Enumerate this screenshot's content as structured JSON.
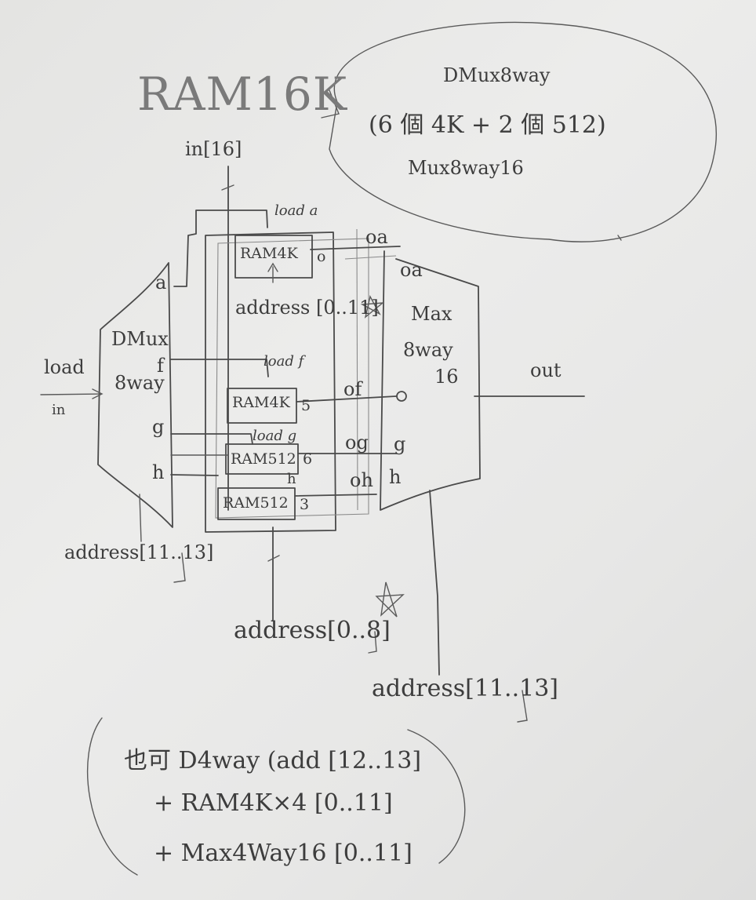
{
  "title": "RAM16K",
  "bubble": {
    "line1": "DMux8way",
    "line2": "(6 個 4K + 2 個 512)",
    "line3": "Mux8way16"
  },
  "input_bus": "in[16]",
  "load_label": "load",
  "in_label": "in",
  "dmux": {
    "line1": "DMux",
    "line2": "8way"
  },
  "dmux_outputs": [
    "a",
    "f",
    "g",
    "h"
  ],
  "load_lines": [
    "load a",
    "load f",
    "load g"
  ],
  "ram_blocks": [
    {
      "label": "RAM4K",
      "suffix": "o"
    },
    {
      "label": "RAM4K",
      "suffix": "5"
    },
    {
      "label": "RAM512",
      "suffix": "6"
    },
    {
      "label": "RAM512",
      "suffix": "3"
    }
  ],
  "h_label": "h",
  "address_top": "address [0..11]",
  "outputs": [
    "oa",
    "oa",
    "of",
    "og",
    "oh"
  ],
  "mux": {
    "line1": "Max",
    "line2": "8way",
    "line3": "16"
  },
  "mux_inputs": [
    "g",
    "h"
  ],
  "out_label": "out",
  "address_dmux": "address[11..13]",
  "address_bottom": "address[0..8]",
  "address_mux": "address[11..13]",
  "note": {
    "line1": "也可 D4way (add [12..13]",
    "line2": "+ RAM4K×4 [0..11]",
    "line3": "+ Max4Way16 [0..11]"
  }
}
